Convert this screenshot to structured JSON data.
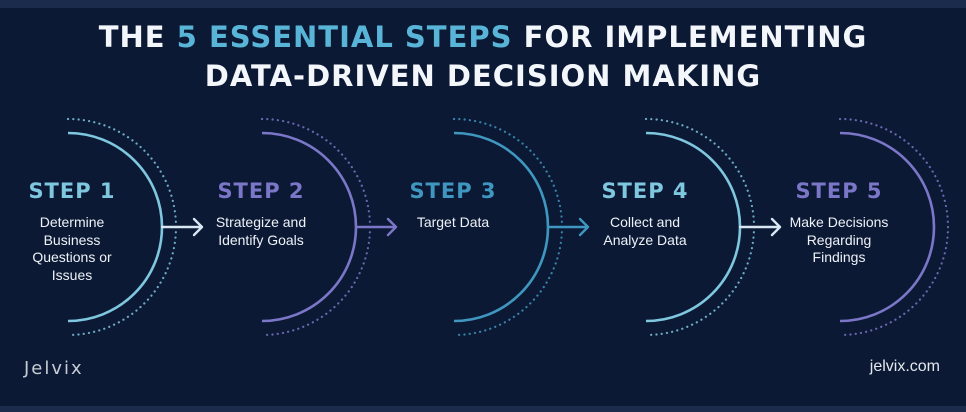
{
  "title": {
    "line1_prefix": "THE ",
    "line1_highlight": "5 ESSENTIAL STEPS",
    "line1_suffix": " FOR IMPLEMENTING",
    "line2": "DATA-DRIVEN DECISION MAKING"
  },
  "colors": {
    "background": "#0b1934",
    "highlight": "#59b5d8",
    "light_blue": "#7fc6df",
    "purple": "#7b76c8",
    "teal": "#3f97bf"
  },
  "steps": [
    {
      "title": "STEP 1",
      "description": "Determine Business Questions or Issues",
      "color": "#7fc6df"
    },
    {
      "title": "STEP 2",
      "description": "Strategize and Identify Goals",
      "color": "#7b76c8"
    },
    {
      "title": "STEP 3",
      "description": "Target Data",
      "color": "#3f97bf"
    },
    {
      "title": "STEP 4",
      "description": "Collect and Analyze Data",
      "color": "#7fc6df"
    },
    {
      "title": "STEP 5",
      "description": "Make Decisions Regarding Findings",
      "color": "#7b76c8"
    }
  ],
  "footer": {
    "brand": "Jelvix",
    "website": "jelvix.com"
  },
  "icons": [
    "arrow-right-icon"
  ]
}
